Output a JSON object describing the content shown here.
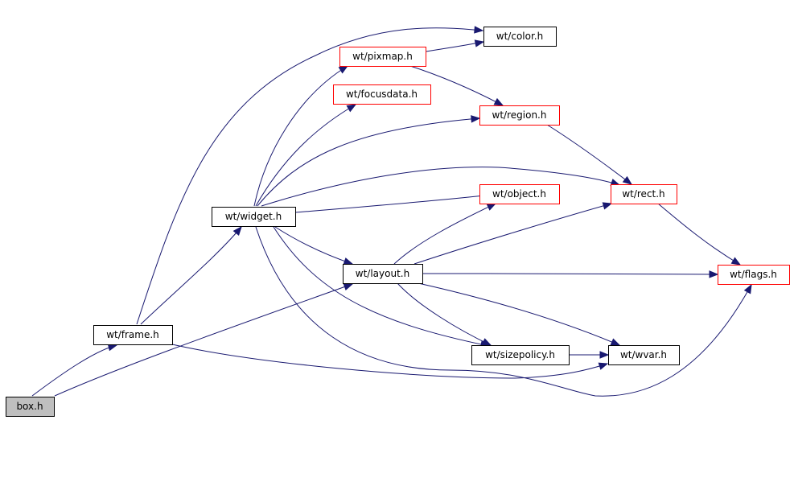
{
  "colors": {
    "edge": "#191970",
    "border_documented": "#000000",
    "border_undocumented": "#ff0000",
    "fill_root": "#bfbfbf",
    "fill_default": "#ffffff"
  },
  "nodes": [
    {
      "id": "box",
      "label": "box.h",
      "style": "root"
    },
    {
      "id": "frame",
      "label": "wt/frame.h",
      "style": "documented"
    },
    {
      "id": "widget",
      "label": "wt/widget.h",
      "style": "documented"
    },
    {
      "id": "layout",
      "label": "wt/layout.h",
      "style": "documented"
    },
    {
      "id": "color",
      "label": "wt/color.h",
      "style": "documented"
    },
    {
      "id": "pixmap",
      "label": "wt/pixmap.h",
      "style": "undocumented"
    },
    {
      "id": "focusdata",
      "label": "wt/focusdata.h",
      "style": "undocumented"
    },
    {
      "id": "region",
      "label": "wt/region.h",
      "style": "undocumented"
    },
    {
      "id": "object",
      "label": "wt/object.h",
      "style": "undocumented"
    },
    {
      "id": "rect",
      "label": "wt/rect.h",
      "style": "undocumented"
    },
    {
      "id": "flags",
      "label": "wt/flags.h",
      "style": "undocumented"
    },
    {
      "id": "sizepolicy",
      "label": "wt/sizepolicy.h",
      "style": "documented"
    },
    {
      "id": "wvar",
      "label": "wt/wvar.h",
      "style": "documented"
    }
  ],
  "edges": [
    {
      "from": "box",
      "to": "frame"
    },
    {
      "from": "box",
      "to": "layout"
    },
    {
      "from": "frame",
      "to": "widget"
    },
    {
      "from": "frame",
      "to": "color"
    },
    {
      "from": "frame",
      "to": "wvar"
    },
    {
      "from": "widget",
      "to": "pixmap"
    },
    {
      "from": "widget",
      "to": "focusdata"
    },
    {
      "from": "widget",
      "to": "region"
    },
    {
      "from": "widget",
      "to": "rect"
    },
    {
      "from": "widget",
      "to": "object"
    },
    {
      "from": "widget",
      "to": "layout"
    },
    {
      "from": "widget",
      "to": "sizepolicy"
    },
    {
      "from": "widget",
      "to": "flags"
    },
    {
      "from": "pixmap",
      "to": "color"
    },
    {
      "from": "pixmap",
      "to": "region"
    },
    {
      "from": "region",
      "to": "rect"
    },
    {
      "from": "rect",
      "to": "flags"
    },
    {
      "from": "layout",
      "to": "object"
    },
    {
      "from": "layout",
      "to": "rect"
    },
    {
      "from": "layout",
      "to": "flags"
    },
    {
      "from": "layout",
      "to": "sizepolicy"
    },
    {
      "from": "layout",
      "to": "wvar"
    },
    {
      "from": "sizepolicy",
      "to": "wvar"
    }
  ]
}
